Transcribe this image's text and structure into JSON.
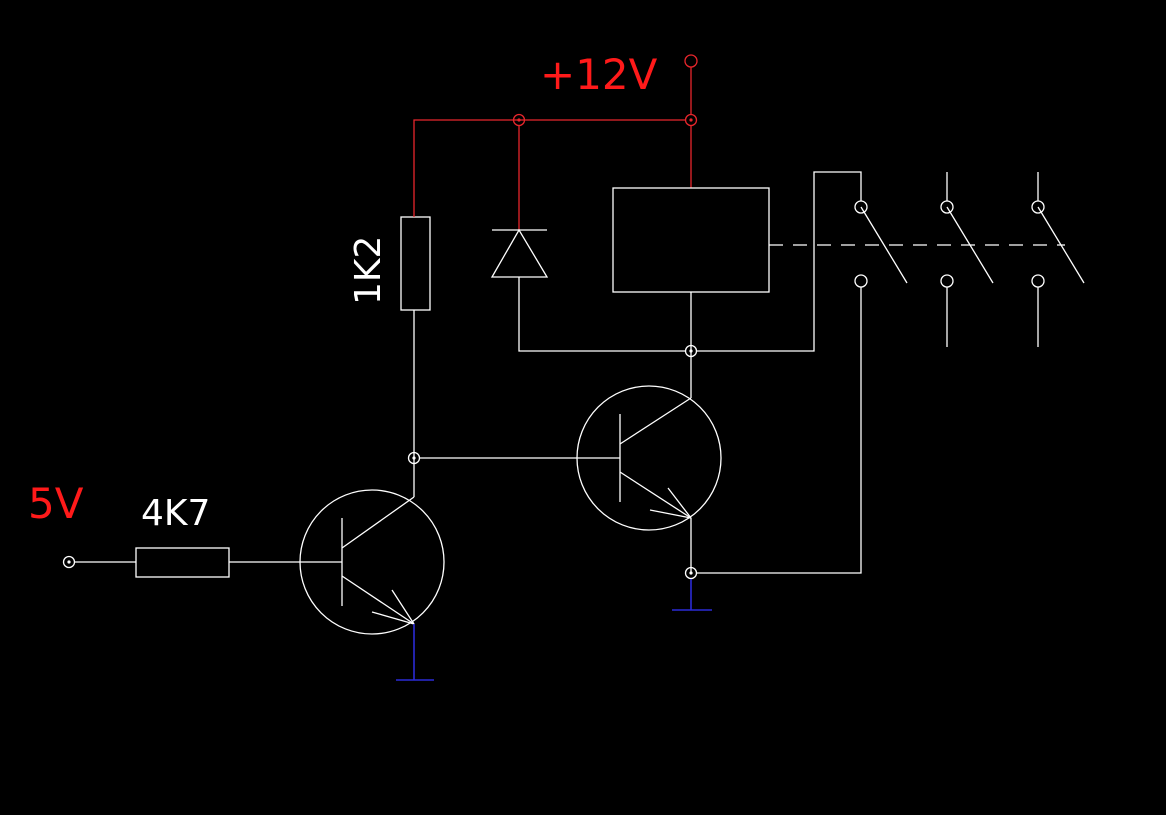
{
  "labels": {
    "input_voltage": "5V",
    "supply_voltage": "+12V",
    "base_resistor": "4K7",
    "collector_resistor": "1K2"
  },
  "colors": {
    "background": "#000000",
    "wire": "#ffffff",
    "supply_wire": "#e8262c",
    "ground": "#2a2ad6",
    "voltage_label": "#ff1a1a"
  }
}
